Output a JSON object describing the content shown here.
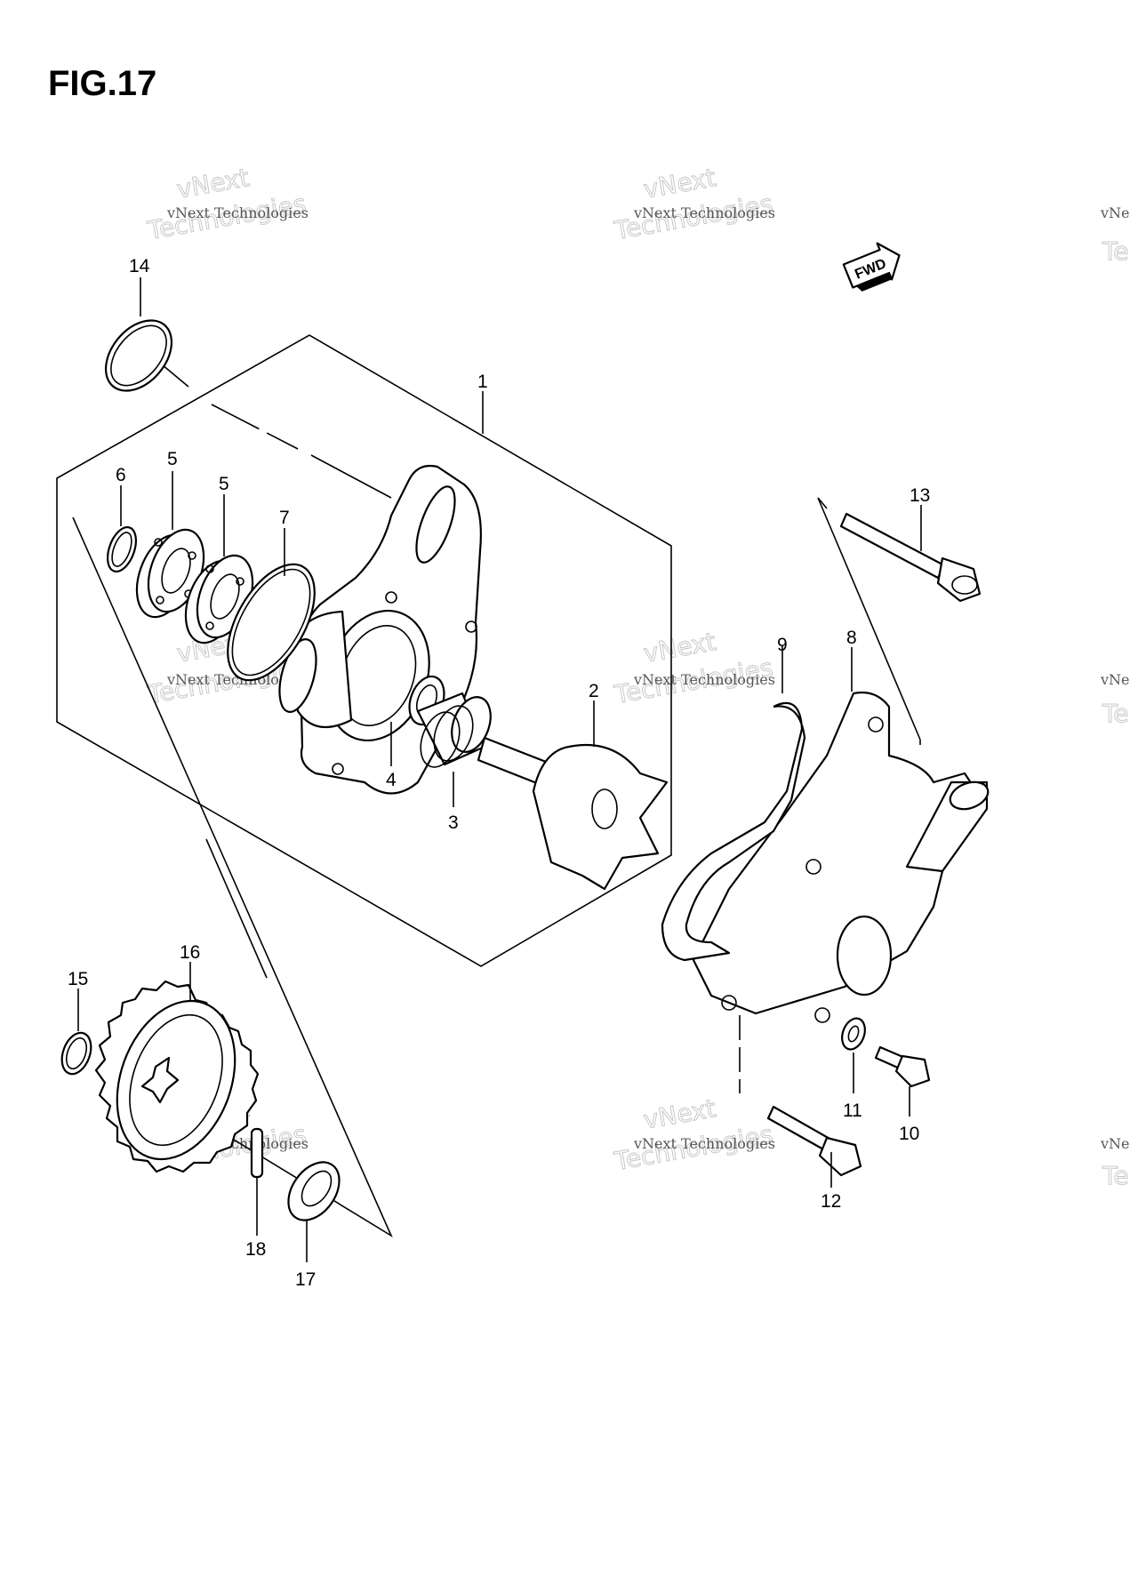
{
  "figure": {
    "title": "FIG.17"
  },
  "watermark": {
    "line1": "vNext",
    "line2": "Technologies",
    "caption": "vNext Technologies",
    "partial_caption": "vNe",
    "partial_big": "Te"
  },
  "fwd_label": "FWD",
  "callouts": {
    "c1": "1",
    "c2": "2",
    "c3": "3",
    "c4": "4",
    "c5a": "5",
    "c5b": "5",
    "c6": "6",
    "c7": "7",
    "c8": "8",
    "c9": "9",
    "c10": "10",
    "c11": "11",
    "c12": "12",
    "c13": "13",
    "c14": "14",
    "c15": "15",
    "c16": "16",
    "c17": "17",
    "c18": "18"
  }
}
